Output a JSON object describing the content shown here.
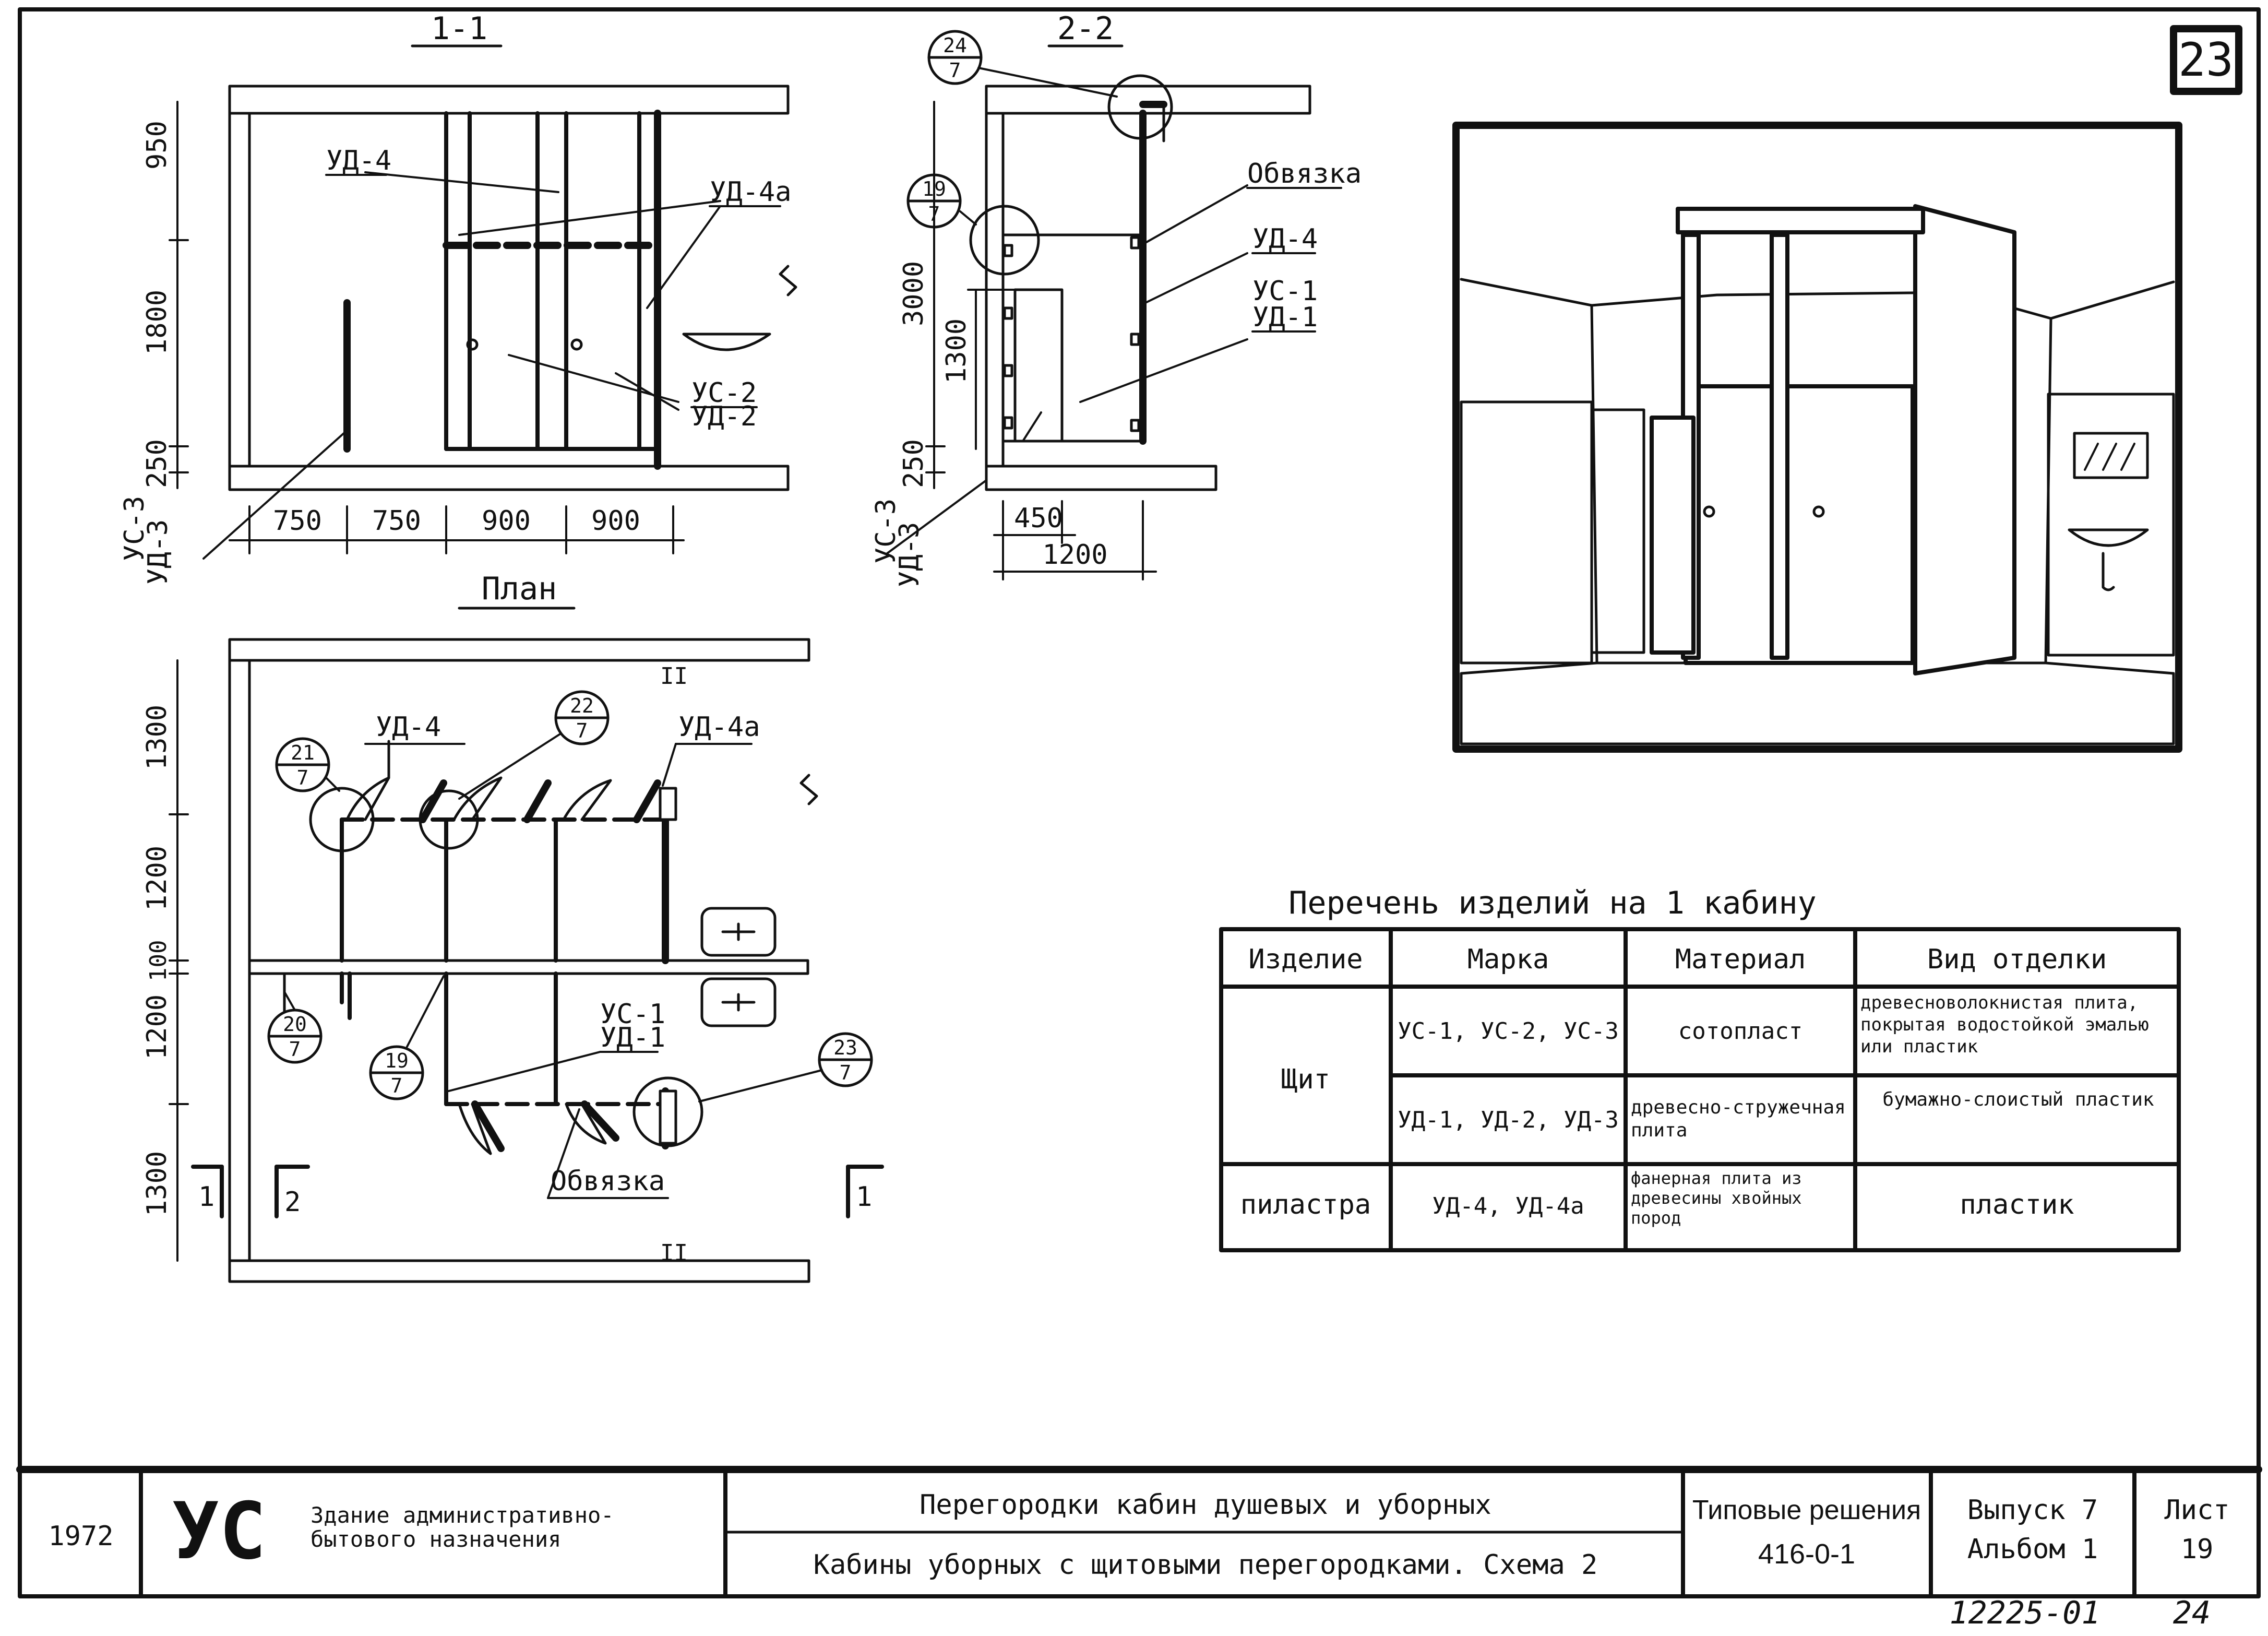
{
  "sheet": {
    "page_number": "23",
    "bottom_code": "12225-01",
    "bottom_page": "24"
  },
  "section_1_1": {
    "title": "1-1",
    "labels": [
      "УД-4",
      "УД-4а",
      "УС-2",
      "УД-2",
      "УС-3",
      "УД-3"
    ],
    "dims_vertical": [
      "950",
      "1800",
      "250"
    ],
    "dims_horizontal": [
      "750",
      "750",
      "900",
      "900"
    ]
  },
  "section_2_2": {
    "title": "2-2",
    "labels": [
      "Обвязка",
      "УД-4",
      "УС-1",
      "УД-1",
      "УС-3",
      "УД-3"
    ],
    "dims_vertical": [
      "3000",
      "1300",
      "250"
    ],
    "dims_horizontal": [
      "450",
      "1200"
    ],
    "callouts": [
      {
        "top": "24",
        "bottom": "7"
      },
      {
        "top": "19",
        "bottom": "7"
      }
    ]
  },
  "plan": {
    "title": "План",
    "labels": [
      "УД-4",
      "УД-4а",
      "УС-1",
      "УД-1",
      "Обвязка",
      "2",
      "1",
      "1",
      "II",
      "II"
    ],
    "dims_vertical": [
      "1300",
      "1200",
      "100",
      "1200",
      "1300"
    ],
    "callouts": [
      {
        "top": "21",
        "bottom": "7"
      },
      {
        "top": "22",
        "bottom": "7"
      },
      {
        "top": "20",
        "bottom": "7"
      },
      {
        "top": "19",
        "bottom": "7"
      },
      {
        "top": "23",
        "bottom": "7"
      }
    ]
  },
  "products_table": {
    "title": "Перечень изделий на 1 кабину",
    "headers": [
      "Изделие",
      "Марка",
      "Материал",
      "Вид отделки"
    ],
    "rows": [
      {
        "item": "Щит",
        "mark": "УС-1, УС-2, УС-3",
        "material": "сотопласт",
        "finish": "древесноволокнистая плита, покрытая водостойкой эмалью или пластик"
      },
      {
        "item": "",
        "mark": "УД-1, УД-2, УД-3",
        "material": "древесно-стружечная плита",
        "finish": "бумажно-слоистый пластик"
      },
      {
        "item": "пиластра",
        "mark": "УД-4, УД-4а",
        "material": "фанерная плита из древесины хвойных пород",
        "finish": "пластик"
      }
    ]
  },
  "title_block": {
    "year": "1972",
    "logo": "УС",
    "building": "Здание административно-бытового назначения",
    "title_line_1": "Перегородки кабин душевых и уборных",
    "title_line_2": "Кабины уборных с щитовыми перегородками. Схема 2",
    "series_label": "Типовые решения",
    "series_number": "416-0-1",
    "issue": "Выпуск 7",
    "album": "Альбом 1",
    "sheet_label": "Лист",
    "sheet_number": "19"
  }
}
